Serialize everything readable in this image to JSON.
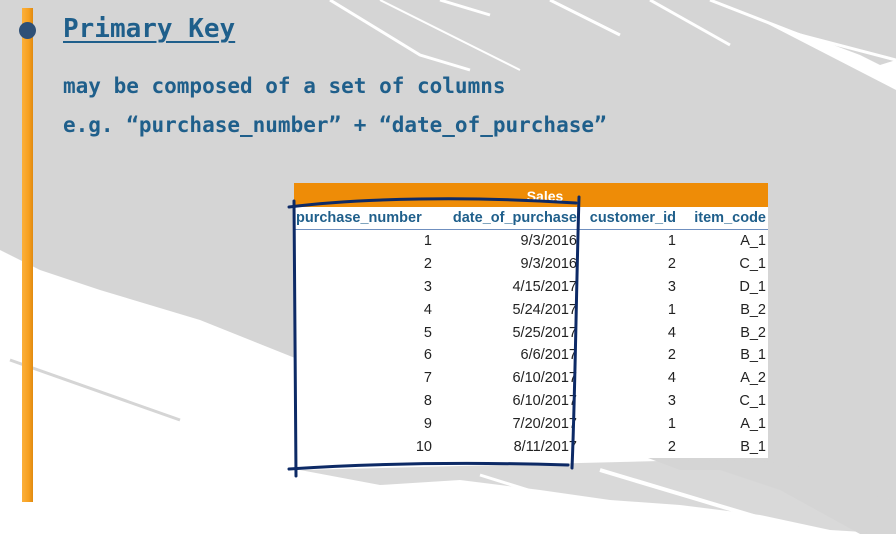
{
  "slide": {
    "title": "Primary Key",
    "lines": [
      "may be composed of a set of columns",
      "e.g. “purchase_number” + “date_of_purchase”"
    ],
    "bullet_color": "#2e5077",
    "accent_color": "#f7a020",
    "text_color": "#1f5f8b"
  },
  "table": {
    "title": "Sales",
    "header_color": "#ee8c07",
    "columns": [
      "purchase_number",
      "date_of_purchase",
      "customer_id",
      "item_code"
    ],
    "rows": [
      [
        "1",
        "9/3/2016",
        "1",
        "A_1"
      ],
      [
        "2",
        "9/3/2016",
        "2",
        "C_1"
      ],
      [
        "3",
        "4/15/2017",
        "3",
        "D_1"
      ],
      [
        "4",
        "5/24/2017",
        "1",
        "B_2"
      ],
      [
        "5",
        "5/25/2017",
        "4",
        "B_2"
      ],
      [
        "6",
        "6/6/2017",
        "2",
        "B_1"
      ],
      [
        "7",
        "6/10/2017",
        "4",
        "A_2"
      ],
      [
        "8",
        "6/10/2017",
        "3",
        "C_1"
      ],
      [
        "9",
        "7/20/2017",
        "1",
        "A_1"
      ],
      [
        "10",
        "8/11/2017",
        "2",
        "B_1"
      ]
    ],
    "highlight": {
      "label": "composite-key-box",
      "columns": [
        "purchase_number",
        "date_of_purchase"
      ],
      "color": "#0d2a66"
    }
  }
}
